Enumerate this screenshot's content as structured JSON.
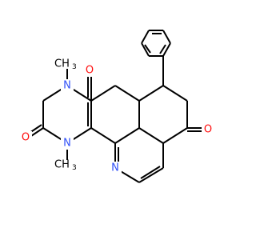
{
  "molecule": {
    "colors": {
      "bond": "#000000",
      "carbon_label": "#000000",
      "oxygen": "#ff0d0d",
      "nitrogen": "#3050f8"
    },
    "atoms": {
      "o1": "O",
      "o3": "O",
      "o_ketone": "O",
      "n2": "N",
      "n4": "N",
      "n_ring": "N",
      "n2_methyl": "CH",
      "n2_methyl_sub": "3",
      "n4_methyl": "CH",
      "n4_methyl_sub": "3"
    }
  }
}
